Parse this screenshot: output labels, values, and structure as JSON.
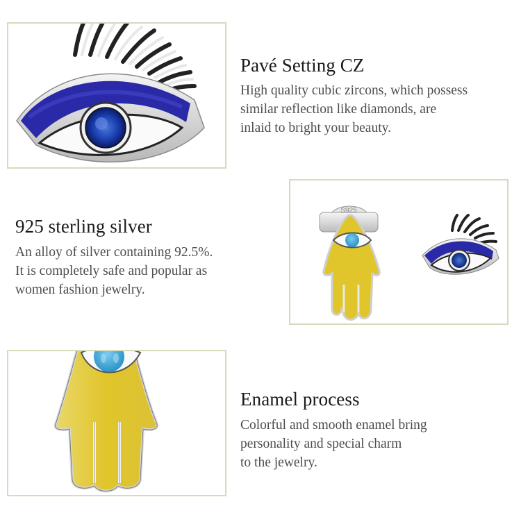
{
  "sections": [
    {
      "title": "Pavé Setting CZ",
      "description": [
        "High quality cubic zircons, which possess",
        "similar reflection like diamonds, are",
        "inlaid to bright your beauty."
      ],
      "image": "evil-eye-earring-closeup"
    },
    {
      "title": "925 sterling silver",
      "description": [
        "An alloy of silver containing 92.5%.",
        "It is completely safe and popular as",
        "women fashion jewelry."
      ],
      "image": "hamsa-and-evil-eye-earrings-pair",
      "stamp": "S925"
    },
    {
      "title": "Enamel process",
      "description": [
        "Colorful and smooth enamel bring",
        "personality and special charm",
        "to the jewelry."
      ],
      "image": "hamsa-hand-earring-closeup"
    }
  ],
  "colors": {
    "frame_border": "#d3dcbd",
    "title_text": "#1a1a1a",
    "body_text": "#4d4d4d",
    "enamel_blue": "#2a2aa8",
    "enamel_yellow": "#e3cb2c",
    "turquoise": "#3aa6d8",
    "sapphire": "#1a3fb0",
    "silver": "#d9d9d9"
  }
}
